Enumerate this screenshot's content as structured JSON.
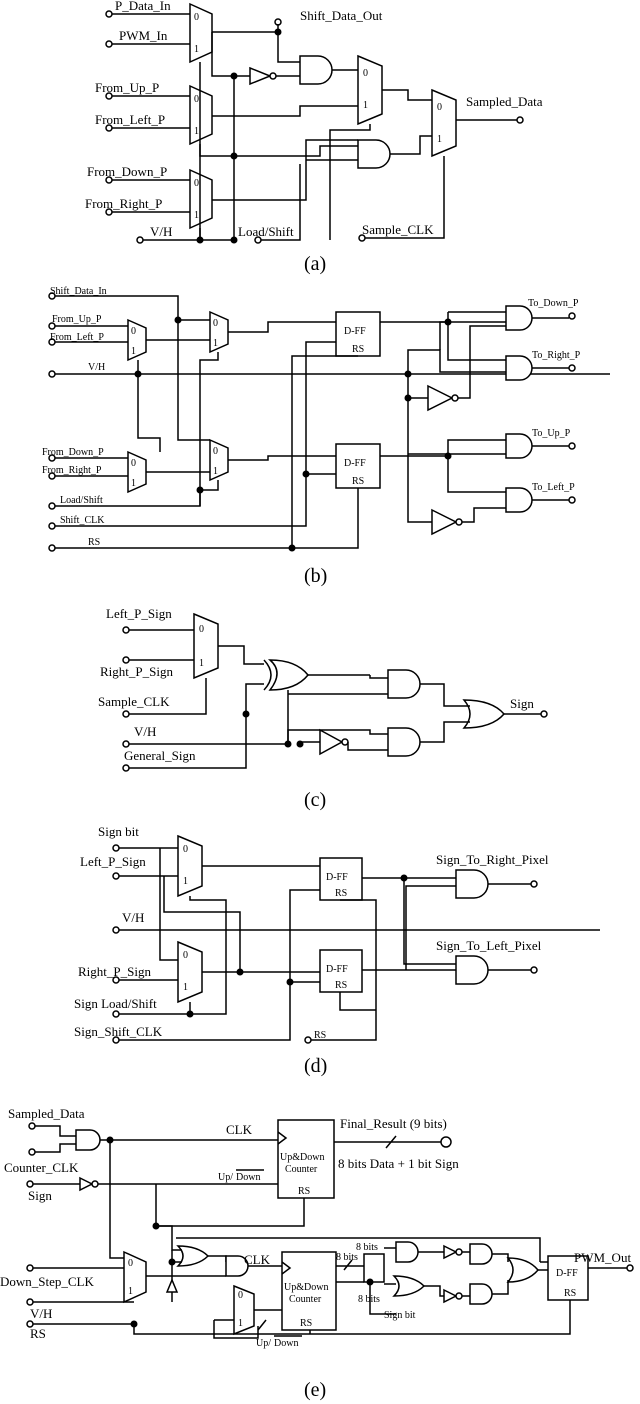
{
  "panel_a": {
    "caption": "(a)",
    "labels": {
      "p_data_in": "P_Data_In",
      "pwm_in": "PWM_In",
      "from_up_p": "From_Up_P",
      "from_left_p": "From_Left_P",
      "from_down_p": "From_Down_P",
      "from_right_p": "From_Right_P",
      "vh": "V/H",
      "load_shift": "Load/Shift",
      "sample_clk": "Sample_CLK",
      "shift_data_out": "Shift_Data_Out",
      "sampled_data": "Sampled_Data"
    }
  },
  "panel_b": {
    "caption": "(b)",
    "labels": {
      "shift_data_in": "Shift_Data_In",
      "from_up_p": "From_Up_P",
      "from_left_p": "From_Left_P",
      "vh": "V/H",
      "from_down_p": "From_Down_P",
      "from_right_p": "From_Right_P",
      "load_shift": "Load/Shift",
      "shift_clk": "Shift_CLK",
      "rs": "RS",
      "to_down_p": "To_Down_P",
      "to_right_p": "To_Right_P",
      "to_up_p": "To_Up_P",
      "to_left_p": "To_Left_P",
      "dff": "D-FF",
      "dff_rs": "RS"
    }
  },
  "panel_c": {
    "caption": "(c)",
    "labels": {
      "left_p_sign": "Left_P_Sign",
      "right_p_sign": "Right_P_Sign",
      "sample_clk": "Sample_CLK",
      "vh": "V/H",
      "general_sign": "General_Sign",
      "sign": "Sign"
    }
  },
  "panel_d": {
    "caption": "(d)",
    "labels": {
      "sign_bit": "Sign bit",
      "left_p_sign": "Left_P_Sign",
      "vh": "V/H",
      "right_p_sign": "Right_P_Sign",
      "sign_load_shift": "Sign Load/Shift",
      "sign_shift_clk": "Sign_Shift_CLK",
      "rs": "RS",
      "sign_to_right_pixel": "Sign_To_Right_Pixel",
      "sign_to_left_pixel": "Sign_To_Left_Pixel",
      "dff": "D-FF",
      "dff_rs": "RS"
    }
  },
  "panel_e": {
    "caption": "(e)",
    "labels": {
      "sampled_data": "Sampled_Data",
      "counter_clk": "Counter_CLK",
      "sign": "Sign",
      "down_step_clk": "Down_Step_CLK",
      "vh": "V/H",
      "rs": "RS",
      "clk": "CLK",
      "up": "Up/",
      "down": "Down",
      "counter_top": "Up&Down",
      "counter_bottom": "Counter",
      "counter_rs": "RS",
      "final_result": "Final_Result (9 bits)",
      "data_note": "8 bits Data + 1 bit Sign",
      "eight_bits": "8 bits",
      "sign_bit": "Sign bit",
      "pwm_out": "PWM_Out",
      "dff": "D-FF",
      "dff_rs": "RS"
    }
  },
  "mux": {
    "zero": "0",
    "one": "1"
  }
}
